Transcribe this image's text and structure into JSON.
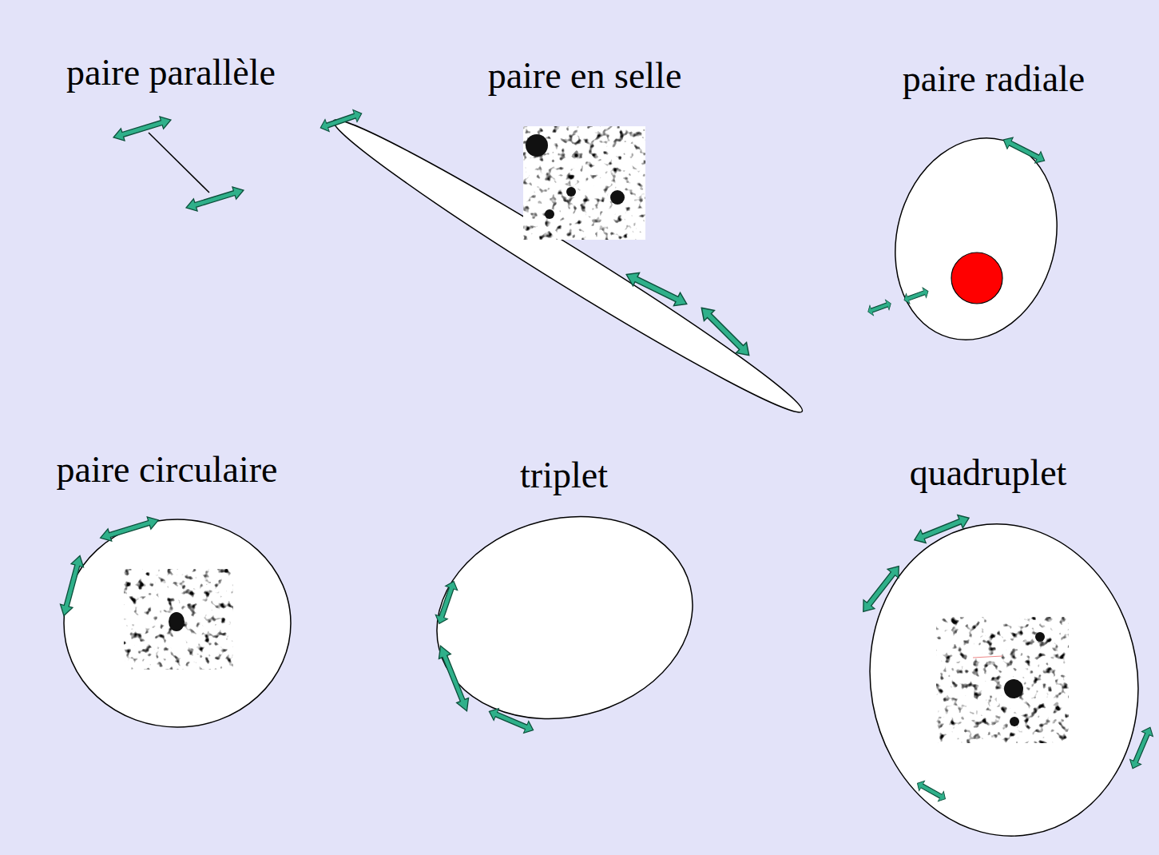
{
  "diagram": {
    "labels": [
      "paire parallèle",
      "paire en selle",
      "paire radiale",
      "paire circulaire",
      "triplet",
      "quadruplet"
    ]
  }
}
